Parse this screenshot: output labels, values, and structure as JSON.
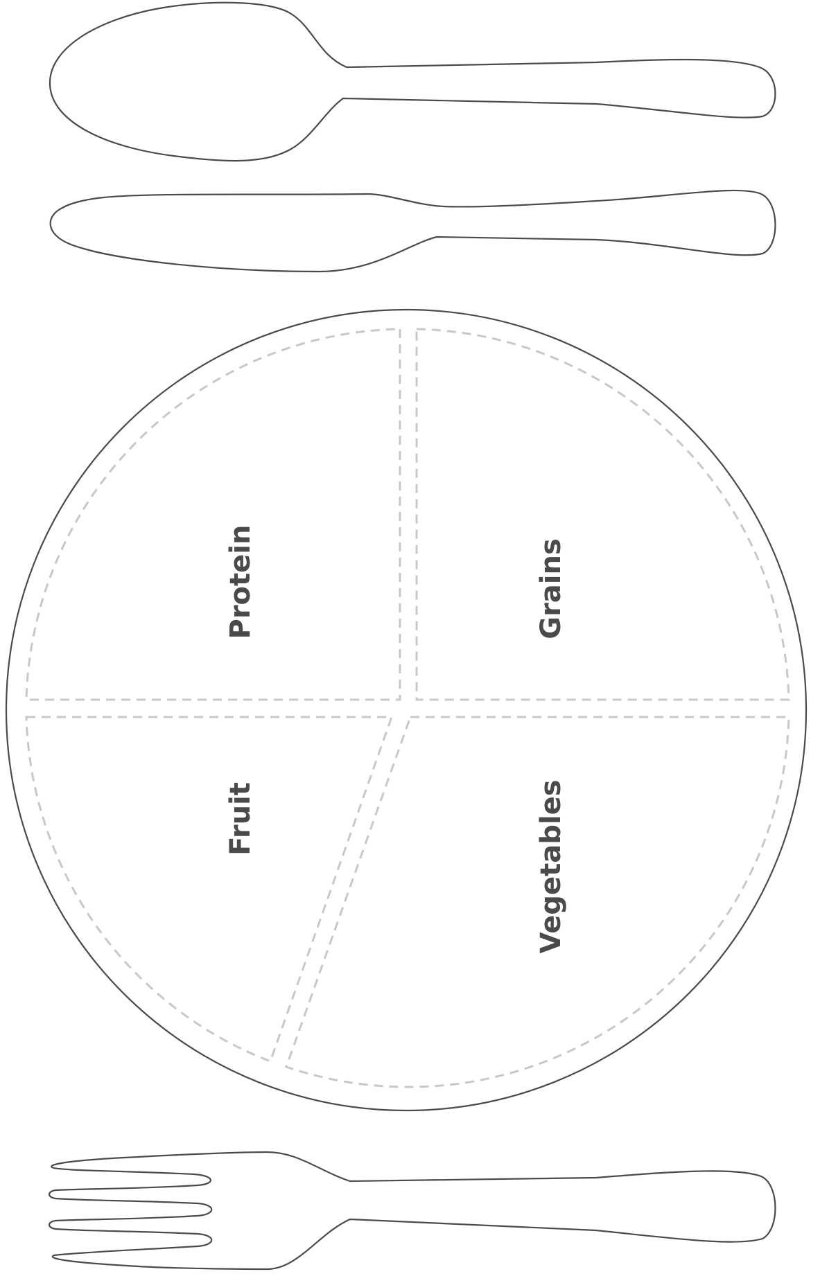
{
  "plate": {
    "sections": [
      {
        "id": "protein",
        "label": "Protein"
      },
      {
        "id": "grains",
        "label": "Grains"
      },
      {
        "id": "fruit",
        "label": "Fruit"
      },
      {
        "id": "vegetables",
        "label": "Vegetables"
      }
    ]
  },
  "utensils": {
    "spoon": "spoon-icon",
    "knife": "knife-icon",
    "fork": "fork-icon"
  },
  "colors": {
    "outline": "#4a4a4a",
    "divider": "#c8c8c8",
    "label": "#4a4a4a",
    "background": "#ffffff"
  }
}
